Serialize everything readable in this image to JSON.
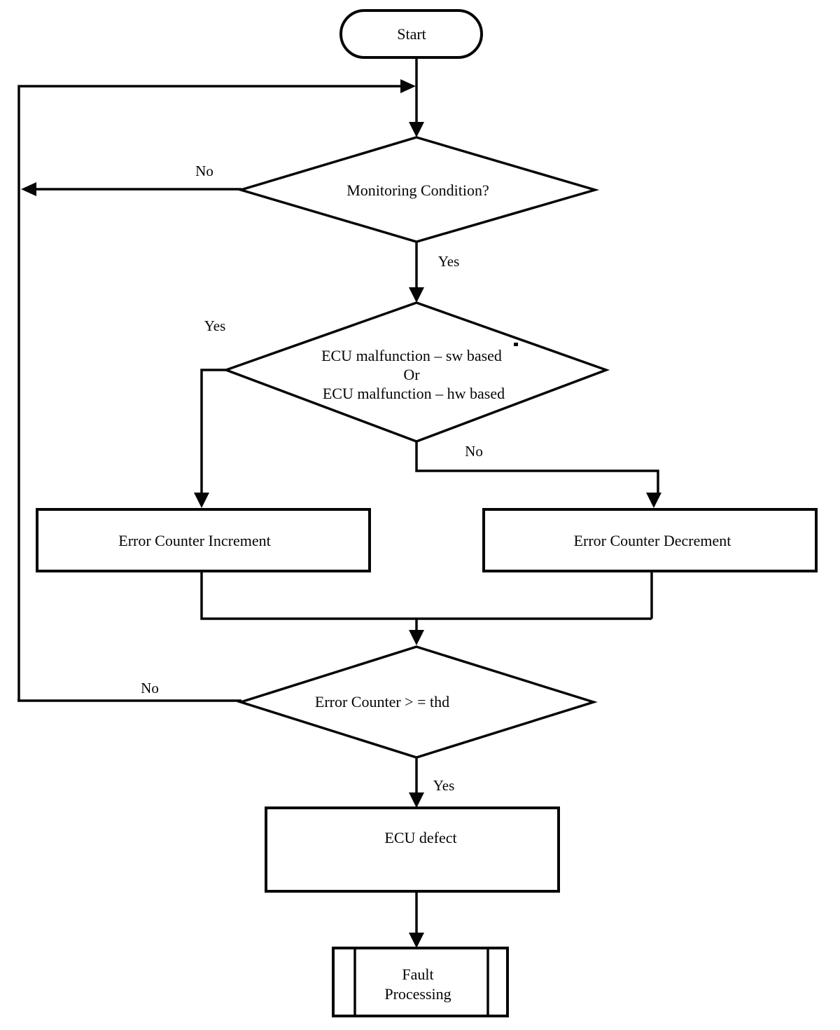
{
  "flowchart": {
    "background_color": "#ffffff",
    "line_color": "#050505",
    "nodes": {
      "start": {
        "shape": "terminator",
        "label": "Start"
      },
      "monitoring_condition": {
        "shape": "decision",
        "label": "Monitoring Condition?"
      },
      "ecu_malfunction": {
        "shape": "decision",
        "label_line1": "ECU malfunction – sw based",
        "label_line2": "Or",
        "label_line3": "ECU malfunction – hw based"
      },
      "error_counter_increment": {
        "shape": "process",
        "label": "Error Counter Increment"
      },
      "error_counter_decrement": {
        "shape": "process",
        "label": "Error Counter Decrement"
      },
      "error_counter_threshold": {
        "shape": "decision",
        "label": "Error Counter > = thd"
      },
      "ecu_defect": {
        "shape": "process",
        "label": "ECU defect"
      },
      "fault_processing": {
        "shape": "predefined_process",
        "label_line1": "Fault",
        "label_line2": "Processing"
      }
    },
    "edge_labels": {
      "monitoring_no": "No",
      "monitoring_yes": "Yes",
      "malfunction_yes": "Yes",
      "malfunction_no": "No",
      "threshold_no": "No",
      "threshold_yes": "Yes"
    }
  }
}
